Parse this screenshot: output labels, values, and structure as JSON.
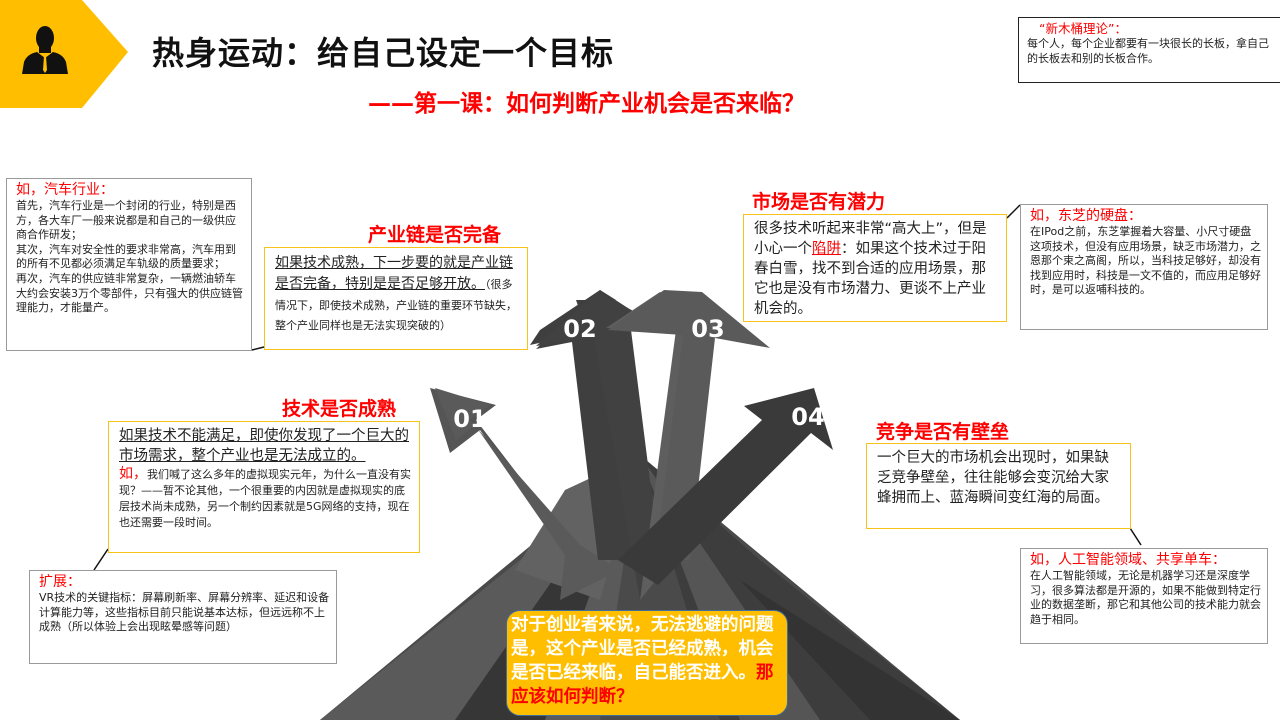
{
  "header": {
    "title": "热身运动：给自己设定一个目标",
    "subtitle": "——第一课：如何判断产业机会是否来临？",
    "icon": "person-silhouette-icon",
    "badge_color": "#ffbf00"
  },
  "theory_box": {
    "title": "“新木桶理论”：",
    "body": "每个人，每个企业都要有一块很长的长板，拿自己的长板去和别的长板合作。"
  },
  "arrows": [
    {
      "number": "01",
      "color": "#555555"
    },
    {
      "number": "02",
      "color": "#3f3f3f"
    },
    {
      "number": "03",
      "color": "#5e5e5e"
    },
    {
      "number": "04",
      "color": "#3a3a3a"
    }
  ],
  "sections": {
    "tech": {
      "heading": "技术是否成熟",
      "main": "如果技术不能满足，即使你发现了一个巨大的市场需求，整个产业也是无法成立的。",
      "example_prefix": "如，",
      "example": "我们喊了这么多年的虚拟现实元年，为什么一直没有实现？——暂不论其他，一个很重要的内因就是虚拟现实的底层技术尚未成熟，另一个制约因素就是5G网络的支持，现在也还需要一段时间。"
    },
    "chain": {
      "heading": "产业链是否完备",
      "main": "如果技术成熟，下一步要的就是产业链是否完备，特别是是否足够开放。",
      "note": "（很多情况下，即使技术成熟，产业链的重要环节缺失，整个产业同样也是无法实现突破的）"
    },
    "market": {
      "heading": "市场是否有潜力",
      "main_before": "很多技术听起来非常“高大上”，但是小心一个",
      "main_link": "陷阱",
      "main_after": "：如果这个技术过于阳春白雪，找不到合适的应用场景，那它也是没有市场潜力、更谈不上产业机会的。"
    },
    "competition": {
      "heading": "竞争是否有壁垒",
      "main": "一个巨大的市场机会出现时，如果缺乏竞争壁垒，往往能够会变沉给大家蜂拥而上、蓝海瞬间变红海的局面。"
    }
  },
  "examples": {
    "auto": {
      "title": "如，汽车行业：",
      "body": "首先，汽车行业是一个封闭的行业，特别是西方，各大车厂一般来说都是和自己的一级供应商合作研发；\n其次，汽车对安全性的要求非常高，汽车用到的所有不见都必须满足车轨级的质量要求；\n再次，汽车的供应链非常复杂，一辆燃油轿车大约会安装3万个零部件，只有强大的供应链管理能力，才能量产。"
    },
    "vr": {
      "title": "扩展：",
      "body": "VR技术的关键指标：屏幕刷新率、屏幕分辨率、延迟和设备计算能力等，这些指标目前只能说基本达标，但远远称不上成熟（所以体验上会出现眩晕感等问题）"
    },
    "toshiba": {
      "title": "如，东芝的硬盘：",
      "body": "在IPod之前，东芝掌握着大容量、小尺寸硬盘这项技术，但没有应用场景，缺乏市场潜力，之恩那个束之高阁，所以，当科技足够好，却没有找到应用时，科技是一文不值的，而应用足够好时，是可以返哺科技的。"
    },
    "ai": {
      "title": "如，人工智能领域、共享单车：",
      "body": "在人工智能领域，无论是机器学习还是深度学习，很多算法都是开源的，如果不能做到特定行业的数据垄断，那它和其他公司的技术能力就会趋于相同。"
    }
  },
  "center": {
    "text": "对于创业者来说，无法逃避的问题是，这个产业是否已经成熟，机会是否已经来临，自己能否进入。",
    "question": "那应该如何判断？"
  }
}
